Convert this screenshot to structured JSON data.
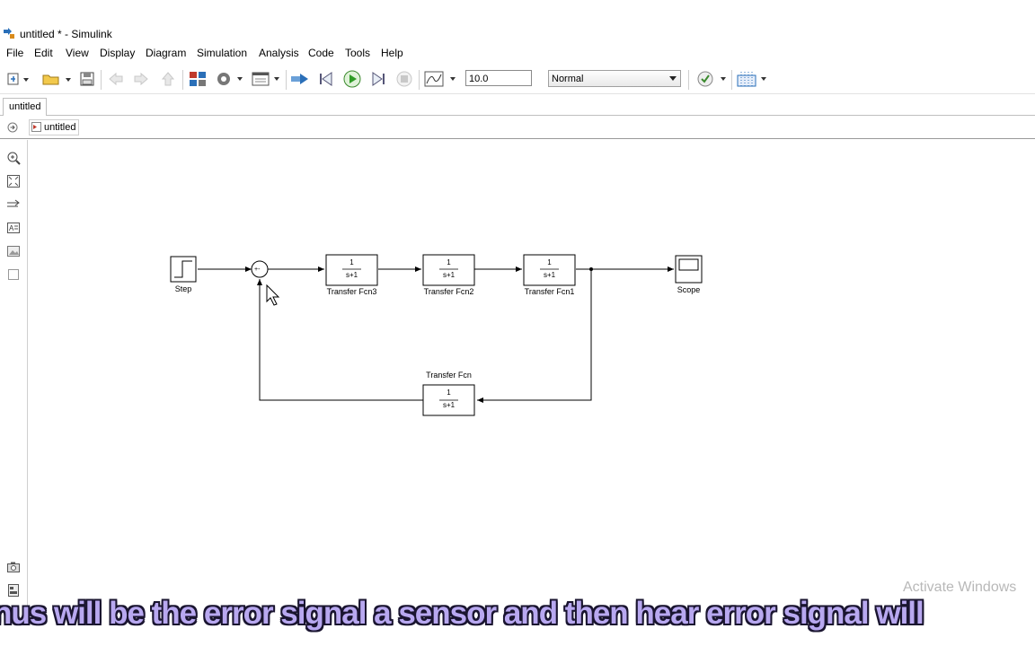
{
  "window": {
    "title": "untitled * - Simulink"
  },
  "menu": [
    "File",
    "Edit",
    "View",
    "Display",
    "Diagram",
    "Simulation",
    "Analysis",
    "Code",
    "Tools",
    "Help"
  ],
  "toolbar": {
    "stop_time": "10.0",
    "sim_mode": "Normal"
  },
  "tabs": [
    {
      "label": "untitled"
    }
  ],
  "breadcrumb": {
    "label": "untitled"
  },
  "diagram": {
    "blocks": {
      "step": {
        "label": "Step"
      },
      "sum": {
        "signs": "+-"
      },
      "tf3": {
        "label": "Transfer Fcn3",
        "num": "1",
        "den": "s+1"
      },
      "tf2": {
        "label": "Transfer Fcn2",
        "num": "1",
        "den": "s+1"
      },
      "tf1": {
        "label": "Transfer Fcn1",
        "num": "1",
        "den": "s+1"
      },
      "tf": {
        "label": "Transfer Fcn",
        "num": "1",
        "den": "s+1"
      },
      "scope": {
        "label": "Scope"
      }
    }
  },
  "overlay": {
    "watermark": "Activate Windows",
    "subtitle": "nus will be the error signal a sensor and then hear error signal will"
  }
}
